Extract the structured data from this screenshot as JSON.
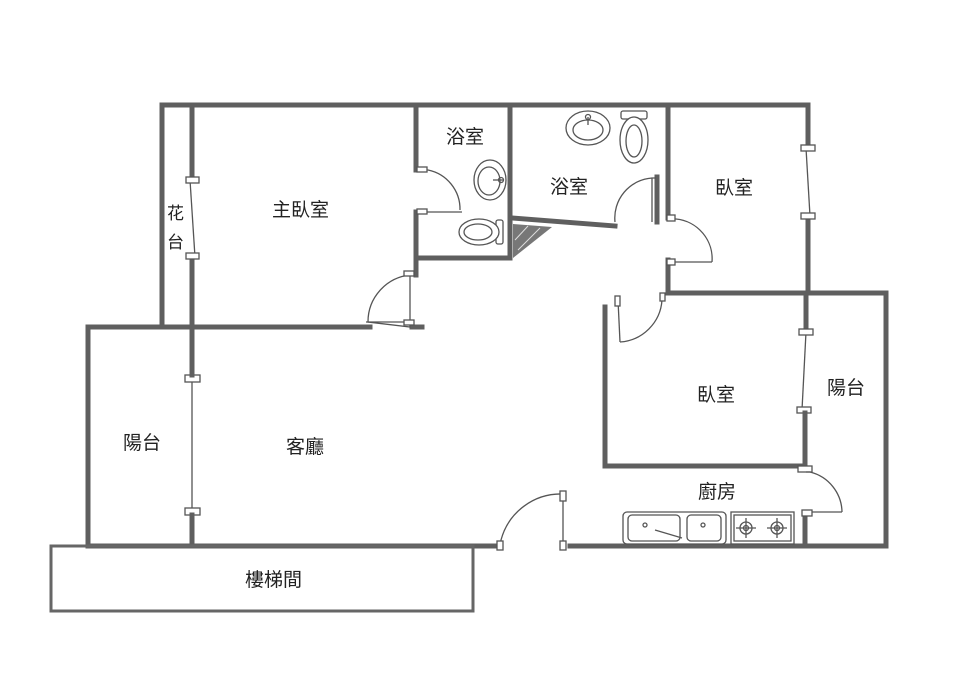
{
  "rooms": {
    "master_bedroom": "主臥室",
    "bath_1": "浴室",
    "bath_2": "浴室",
    "bedroom_1": "臥室",
    "bedroom_2": "臥室",
    "planter_top": "花",
    "planter_bottom": "台",
    "living_room": "客廳",
    "balcony_left": "陽台",
    "balcony_right": "陽台",
    "kitchen": "廚房",
    "stairwell": "樓梯間"
  }
}
